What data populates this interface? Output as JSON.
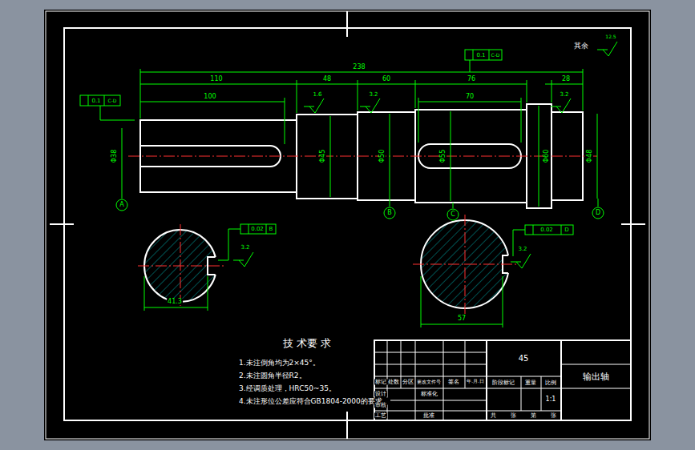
{
  "diagram": {
    "labels": [
      "其余",
      "12.5",
      "238",
      "110",
      "48",
      "60",
      "76",
      "28",
      "100",
      "70",
      "1.6",
      "3.2",
      "3.2",
      "0.1",
      "C-D",
      "0.1",
      "C-D",
      "Φ38",
      "Φ45",
      "Φ50",
      "Φ55",
      "Φ60",
      "Φ48",
      "A",
      "B",
      "C",
      "D",
      "0.02",
      "B",
      "0.02",
      "D",
      "3.2",
      "3.2",
      "41.3",
      "57",
      "技 术要 求",
      "1.未注倒角均为2×45°。",
      "2.未注圆角半径R2。",
      "3.经调质处理，HRC50~35。",
      "4.未注形位公差应符合GB1804-2000的要求。",
      "45",
      "输出轴",
      "标记",
      "处数",
      "分区",
      "更改文件号",
      "签名",
      "年.月.日",
      "设计",
      "标准化",
      "审核",
      "工艺",
      "批准",
      "阶段标记",
      "重量",
      "比例",
      "1:1",
      "共",
      "张",
      "第",
      "张"
    ]
  }
}
